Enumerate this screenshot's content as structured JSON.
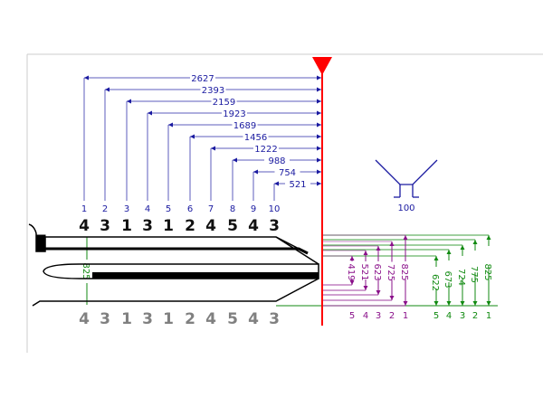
{
  "colors": {
    "cut": "#1a1aa0",
    "stop": "#ff0000",
    "green": "#108a10",
    "purple": "#8a108a",
    "gray": "#808080"
  },
  "positions": [
    {
      "index": "1",
      "distance": "2627",
      "depth": "4"
    },
    {
      "index": "2",
      "distance": "2393",
      "depth": "3"
    },
    {
      "index": "3",
      "distance": "2159",
      "depth": "1"
    },
    {
      "index": "4",
      "distance": "1923",
      "depth": "3"
    },
    {
      "index": "5",
      "distance": "1689",
      "depth": "1"
    },
    {
      "index": "6",
      "distance": "1456",
      "depth": "2"
    },
    {
      "index": "7",
      "distance": "1222",
      "depth": "4"
    },
    {
      "index": "8",
      "distance": "988",
      "depth": "5"
    },
    {
      "index": "9",
      "distance": "754",
      "depth": "4"
    },
    {
      "index": "10",
      "distance": "521",
      "depth": "3"
    }
  ],
  "blade_width": "825",
  "profile_width": "100",
  "purple_depths": [
    {
      "label": "5",
      "value": "419"
    },
    {
      "label": "4",
      "value": "521"
    },
    {
      "label": "3",
      "value": "623"
    },
    {
      "label": "2",
      "value": "725"
    },
    {
      "label": "1",
      "value": "825"
    }
  ],
  "green_depths": [
    {
      "label": "5",
      "value": "622"
    },
    {
      "label": "4",
      "value": "673"
    },
    {
      "label": "3",
      "value": "724"
    },
    {
      "label": "2",
      "value": "775"
    },
    {
      "label": "1",
      "value": "825"
    }
  ]
}
